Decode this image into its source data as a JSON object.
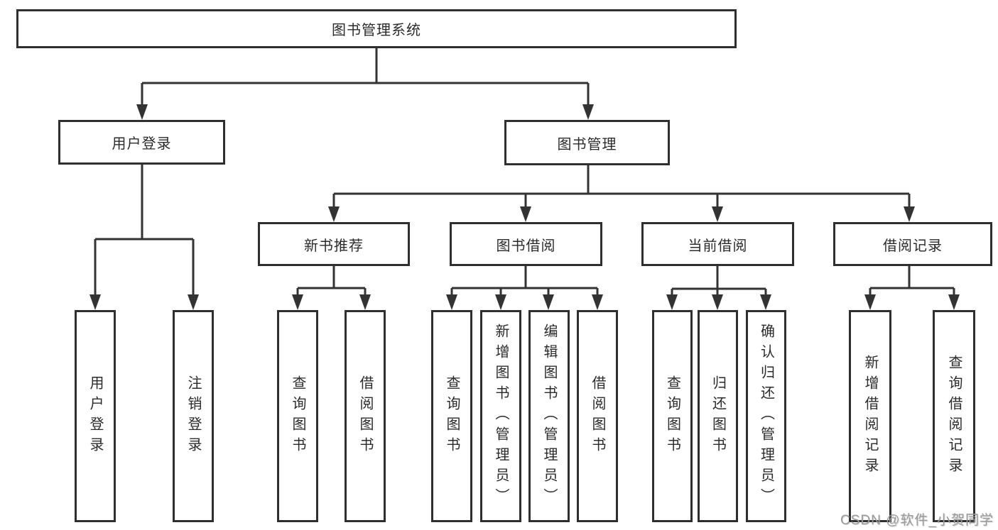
{
  "diagram": {
    "root": {
      "label": "图书管理系统"
    },
    "branches": [
      {
        "label": "用户登录",
        "children": [
          {
            "label": "用户登录"
          },
          {
            "label": "注销登录"
          }
        ]
      },
      {
        "label": "图书管理",
        "groups": [
          {
            "label": "新书推荐",
            "children": [
              {
                "label": "查询图书"
              },
              {
                "label": "借阅图书"
              }
            ]
          },
          {
            "label": "图书借阅",
            "children": [
              {
                "label": "查询图书"
              },
              {
                "label": "新增图书（管理员）"
              },
              {
                "label": "编辑图书（管理员）"
              },
              {
                "label": "借阅图书"
              }
            ]
          },
          {
            "label": "当前借阅",
            "children": [
              {
                "label": "查询图书"
              },
              {
                "label": "归还图书"
              },
              {
                "label": "确认归还（管理员）"
              }
            ]
          },
          {
            "label": "借阅记录",
            "children": [
              {
                "label": "新增借阅记录"
              },
              {
                "label": "查询借阅记录"
              }
            ]
          }
        ]
      }
    ]
  },
  "watermark": {
    "text": "CSDN @软件_小贺同学"
  },
  "colors": {
    "line": "#333333",
    "box_border": "#2f2f2f",
    "text": "#2b2b2b",
    "watermark": "#9b9b9b",
    "background": "#ffffff"
  }
}
